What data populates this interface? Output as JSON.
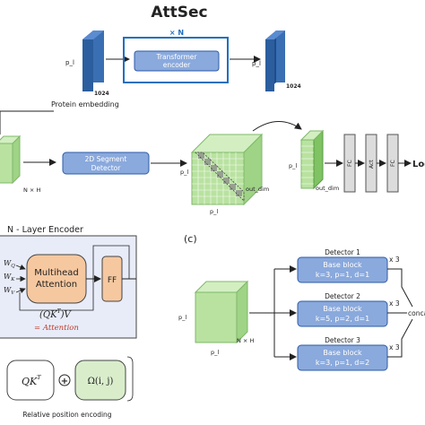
{
  "title": "AttSec",
  "top": {
    "times_n": "× N",
    "transformer_line1": "Transformer",
    "transformer_line2": "encoder",
    "pl_left": "p_l",
    "dim_left": "1024",
    "pl_right": "p_l",
    "dim_right": "1024",
    "protein_embedding": "Protein embedding"
  },
  "middle": {
    "segment_line1": "2D Segment",
    "segment_line2": "Detector",
    "nxh": "N × H",
    "pl_cube": "p_l",
    "out_dim": "out_dim",
    "pl_cube_bottom": "p_l",
    "pl_slab": "p_l",
    "out_dim_slab": "out_dim",
    "fc1": "FC",
    "act": "Act",
    "fc2": "FC",
    "log_label": "Log"
  },
  "encoder": {
    "heading": "N - Layer Encoder",
    "wq": "W",
    "wq_sub": "Q",
    "wk": "W",
    "wk_sub": "K",
    "wv": "W",
    "wv_sub": "V",
    "multihead1": "Multihead",
    "multihead2": "Attention",
    "ff": "FF",
    "formula": "(QK",
    "formula_sup": "T",
    "formula_tail": ")V",
    "attention_label": "= Attention",
    "qkt": "QK",
    "qkt_sup": "T",
    "plus": "+",
    "omega": "Ω(i, j)",
    "rel_pos": "Relative position encoding"
  },
  "panel_c": {
    "label": "(c)",
    "pl_side": "p_l",
    "pl_bottom": "p_l",
    "nxh": "N × H",
    "detectors": [
      {
        "title": "Detector 1",
        "block": "Base block",
        "params": "k=3, p=1, d=1",
        "mult": "x 3"
      },
      {
        "title": "Detector 2",
        "block": "Base block",
        "params": "k=5, p=2, d=1",
        "mult": "x 3"
      },
      {
        "title": "Detector 3",
        "block": "Base block",
        "params": "k=3, p=1, d=2",
        "mult": "x 3"
      }
    ],
    "concat": "conca"
  },
  "colors": {
    "blue_emb": "#3a6fb3",
    "blue_emb_dark": "#1f4c8a",
    "box_fill": "#8aa9dc",
    "box_stroke": "#2e5ca8",
    "frame_blue": "#1f6fc0",
    "green": "#b9e2a0",
    "green_dark": "#7fb86a",
    "encoder_bg": "#e8ecf8",
    "multihead_fill": "#f6c8a0",
    "ff_fill": "#f6c8a0",
    "omega_fill": "#d9edcb",
    "attention_red": "#c0392b"
  }
}
